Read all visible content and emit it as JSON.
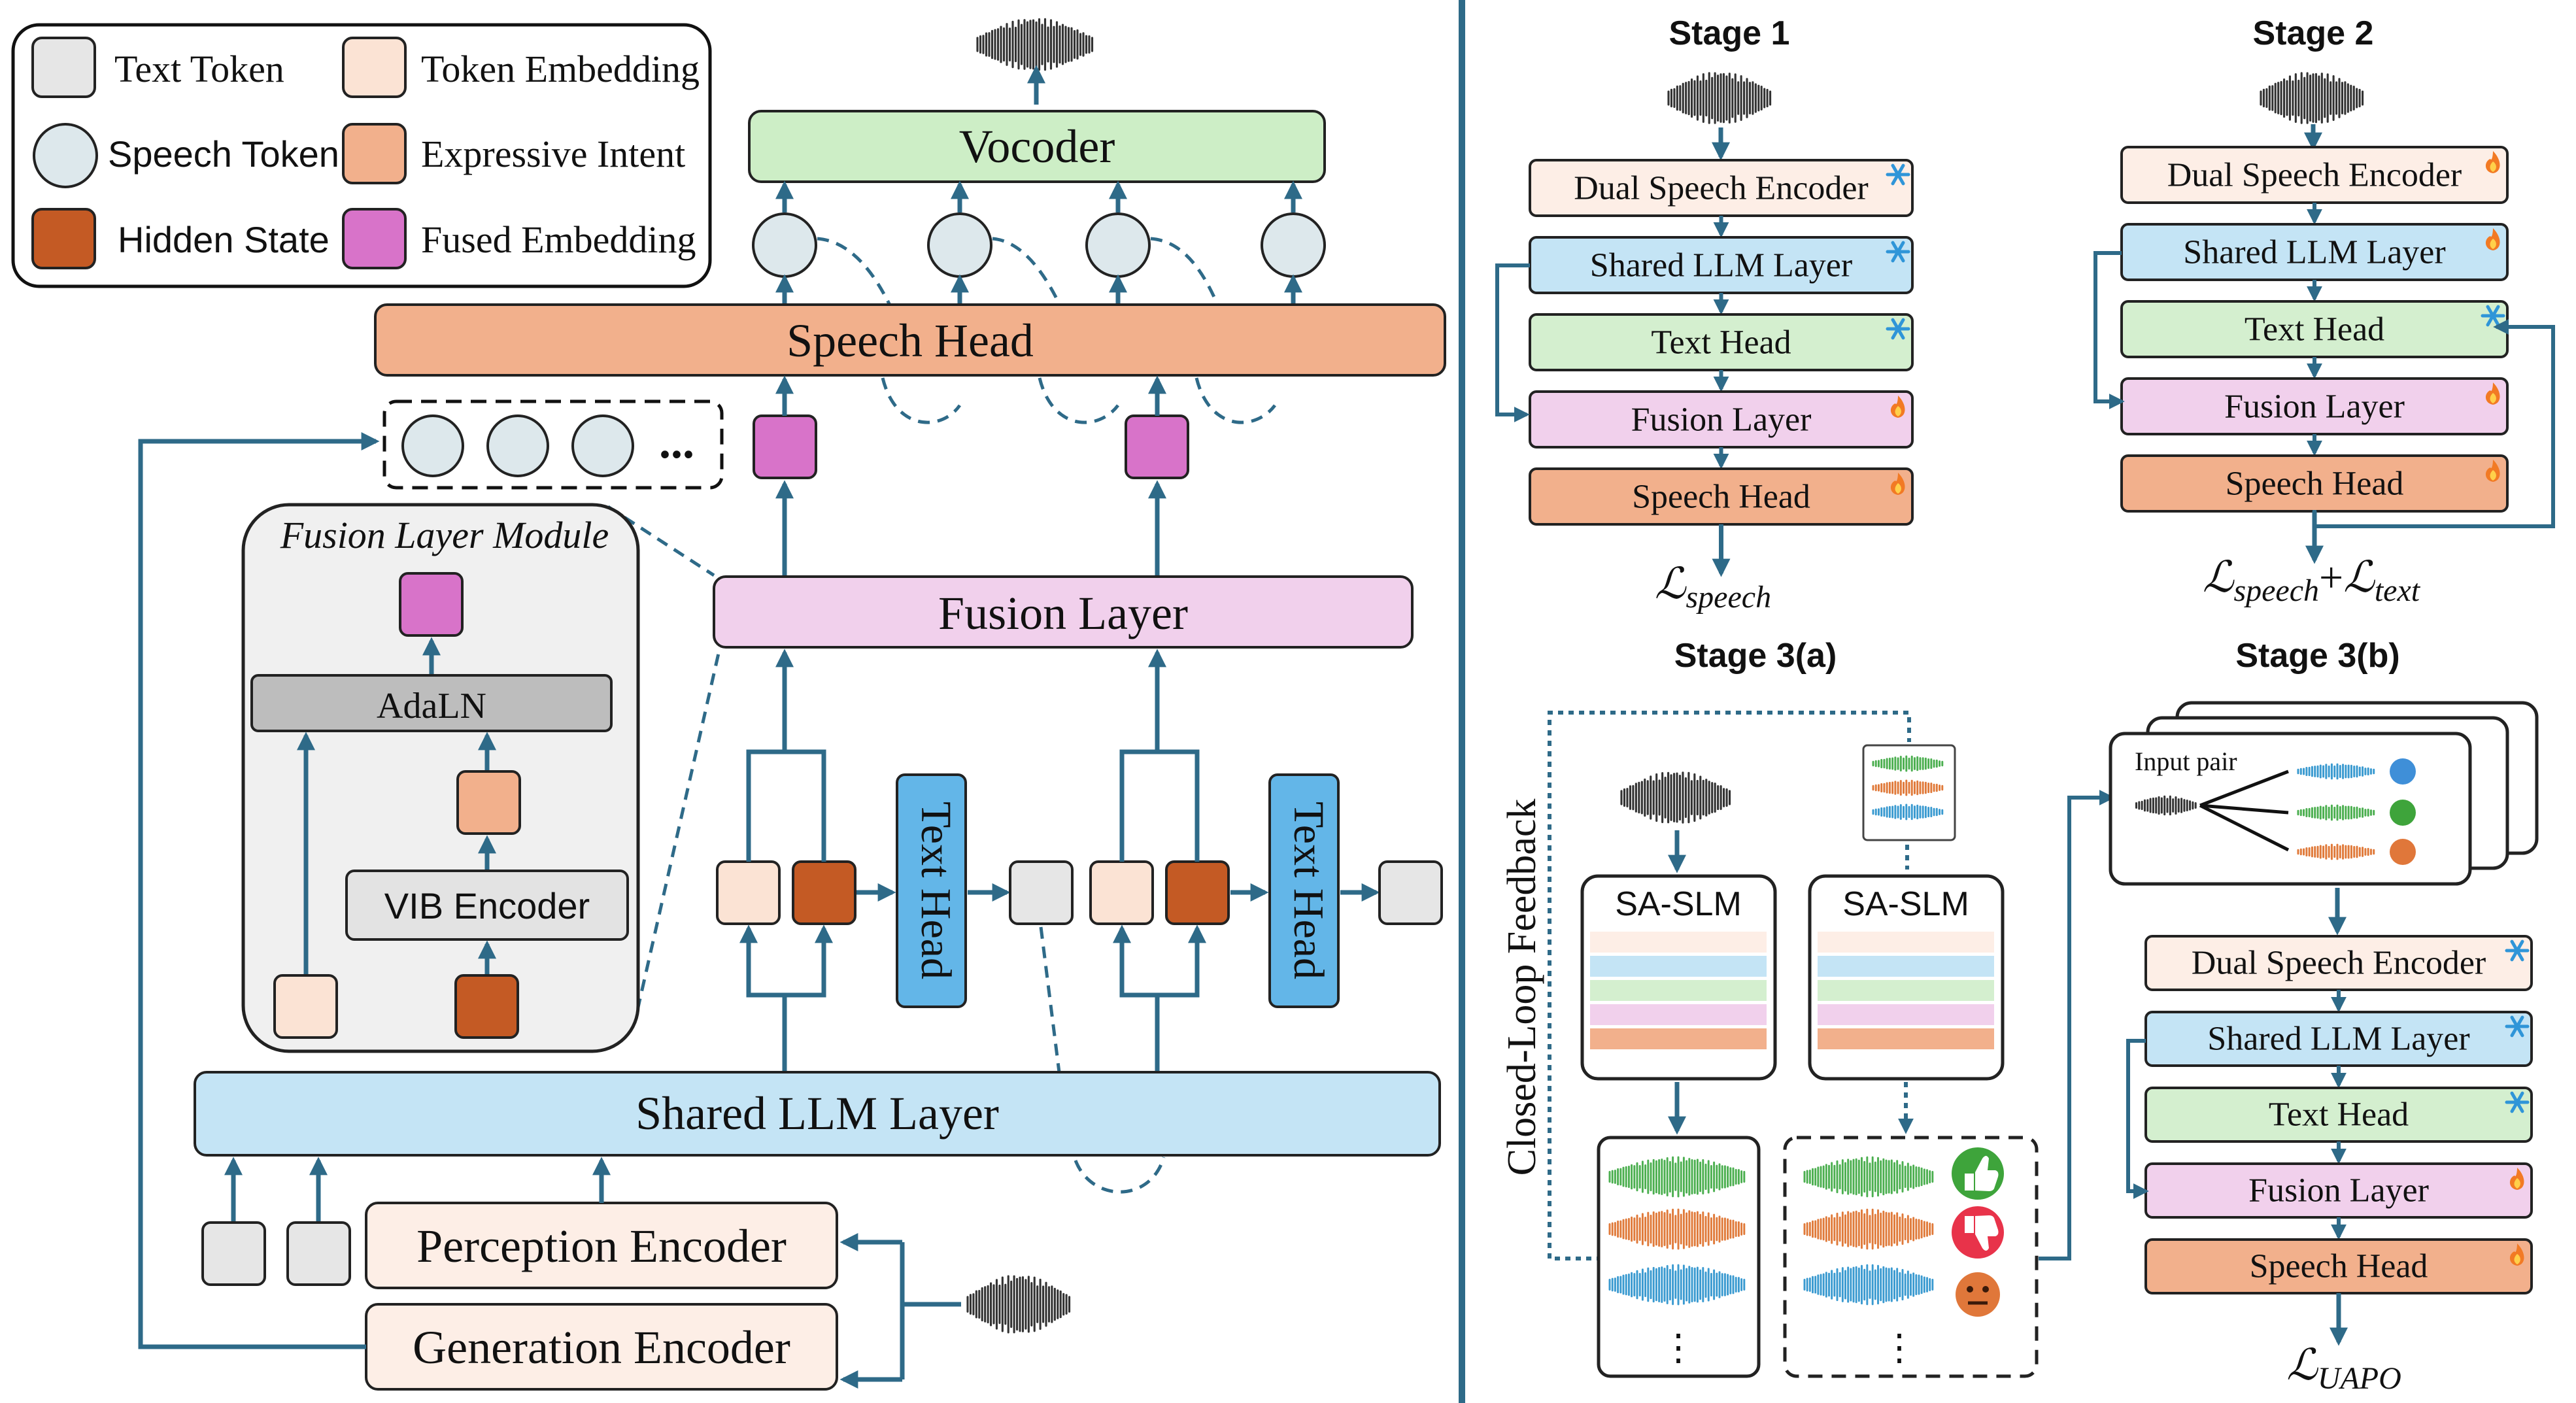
{
  "legend": {
    "text_token": "Text Token",
    "token_embedding": "Token Embedding",
    "speech_token": "Speech Token",
    "expressive_intent": "Expressive Intent",
    "hidden_state": "Hidden State",
    "fused_embedding": "Fused Embedding"
  },
  "main": {
    "vocoder": "Vocoder",
    "speech_head": "Speech Head",
    "fusion_layer": "Fusion Layer",
    "text_head": "Text Head",
    "shared_llm": "Shared LLM Layer",
    "perception_encoder": "Perception Encoder",
    "generation_encoder": "Generation Encoder",
    "ellipsis": "...",
    "fusion_module": {
      "title": "Fusion Layer Module",
      "adaln": "AdaLN",
      "vib": "VIB Encoder"
    }
  },
  "stage1": {
    "title": "Stage 1",
    "blocks": [
      "Dual Speech Encoder",
      "Shared LLM Layer",
      "Text Head",
      "Fusion Layer",
      "Speech Head"
    ],
    "loss": "speech"
  },
  "stage2": {
    "title": "Stage 2",
    "blocks": [
      "Dual Speech Encoder",
      "Shared LLM Layer",
      "Text Head",
      "Fusion Layer",
      "Speech Head"
    ],
    "loss_a": "speech",
    "loss_b": "text",
    "plus": "+"
  },
  "stage3a": {
    "title": "Stage 3(a)",
    "model": "SA-SLM",
    "feedback": "Closed-Loop Feedback",
    "dots": "⋮"
  },
  "stage3b": {
    "title": "Stage 3(b)",
    "input_pair": "Input pair",
    "blocks": [
      "Dual Speech Encoder",
      "Shared LLM Layer",
      "Text Head",
      "Fusion Layer",
      "Speech Head"
    ],
    "loss": "UAPO"
  },
  "loss_symbol": "ℒ",
  "colors": {
    "arrow": "#2e6a88",
    "text_token": "#e6e6e6",
    "token_embedding": "#fbe3d4",
    "speech_token": "#dde8ec",
    "expressive_intent": "#f2b08c",
    "hidden_state": "#c45a24",
    "fused_embedding": "#d873c9",
    "vocoder": "#cdeec6",
    "speech_head": "#f2b08c",
    "fusion_layer": "#f1d0ec",
    "text_head": "#63b6e8",
    "shared_llm": "#c4e4f5",
    "encoder": "#fdeee6",
    "text_head_light": "#d4efcf"
  }
}
